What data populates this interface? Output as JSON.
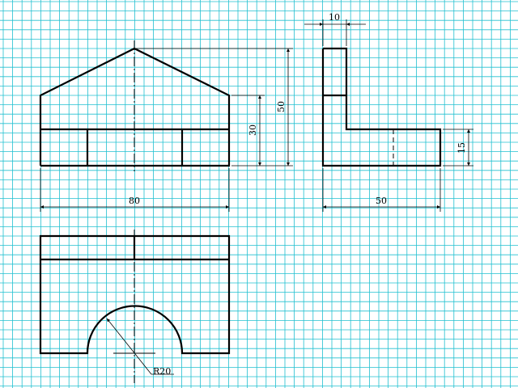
{
  "colors": {
    "background": "#ffffff",
    "grid": "#22c0d0",
    "line": "#000000"
  },
  "dimensions": {
    "front_width": "80",
    "front_total_height": "50",
    "front_wall_height": "30",
    "side_width": "50",
    "side_top_thickness": "10",
    "side_base_height": "15",
    "arch_radius": "R20"
  }
}
